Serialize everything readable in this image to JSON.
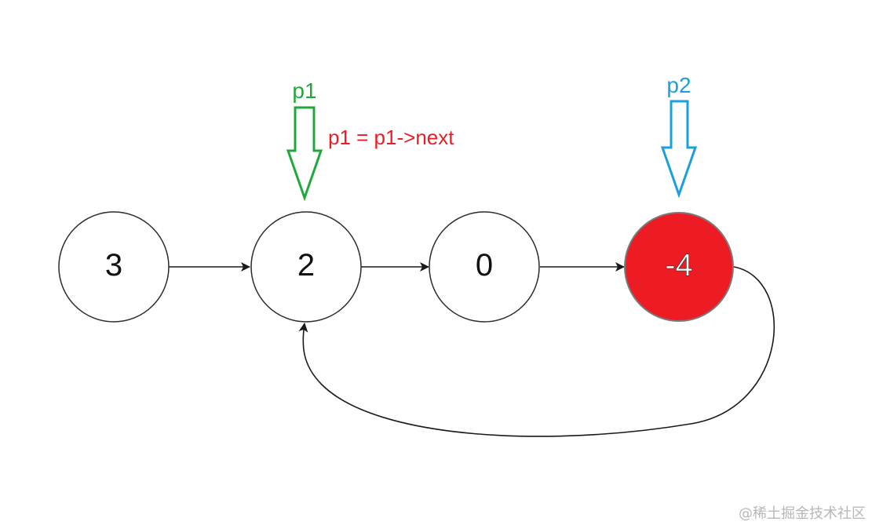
{
  "colors": {
    "pointer_p1": "#1fa83c",
    "pointer_p2": "#1a9fdf",
    "annotation": "#ed1c24",
    "highlight_node": "#ed1c24",
    "edge": "#1a1a1a"
  },
  "nodes": [
    {
      "value": "3",
      "highlighted": false
    },
    {
      "value": "2",
      "highlighted": false
    },
    {
      "value": "0",
      "highlighted": false
    },
    {
      "value": "-4",
      "highlighted": true
    }
  ],
  "edges": [
    {
      "from": "3",
      "to": "2"
    },
    {
      "from": "2",
      "to": "0"
    },
    {
      "from": "0",
      "to": "-4"
    },
    {
      "from": "-4",
      "to": "2",
      "kind": "cycle"
    }
  ],
  "pointers": [
    {
      "label": "p1",
      "target": "2"
    },
    {
      "label": "p2",
      "target": "-4"
    }
  ],
  "annotation": "p1 = p1->next",
  "watermark": "@稀土掘金技术社区"
}
